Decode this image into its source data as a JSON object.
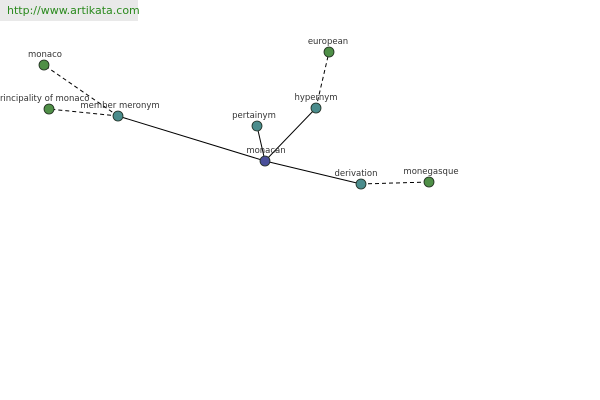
{
  "site_url": "http://www.artikata.com",
  "colors": {
    "background": "#ffffff",
    "url_bar": "#e9e9e9",
    "url_text": "#2b8a1e",
    "center_node": "#4a4f9a",
    "relation_node": "#4a8c8c",
    "word_node": "#4f8f47",
    "edge": "#000000"
  },
  "graph": {
    "center": "monacan",
    "relations": [
      "member meronym",
      "pertainym",
      "hypernym",
      "derivation"
    ],
    "words": [
      {
        "label": "monaco",
        "via": "member meronym"
      },
      {
        "label": "principality of monaco",
        "via": "member meronym"
      },
      {
        "label": "european",
        "via": "hypernym"
      },
      {
        "label": "monegasque",
        "via": "derivation"
      }
    ]
  }
}
